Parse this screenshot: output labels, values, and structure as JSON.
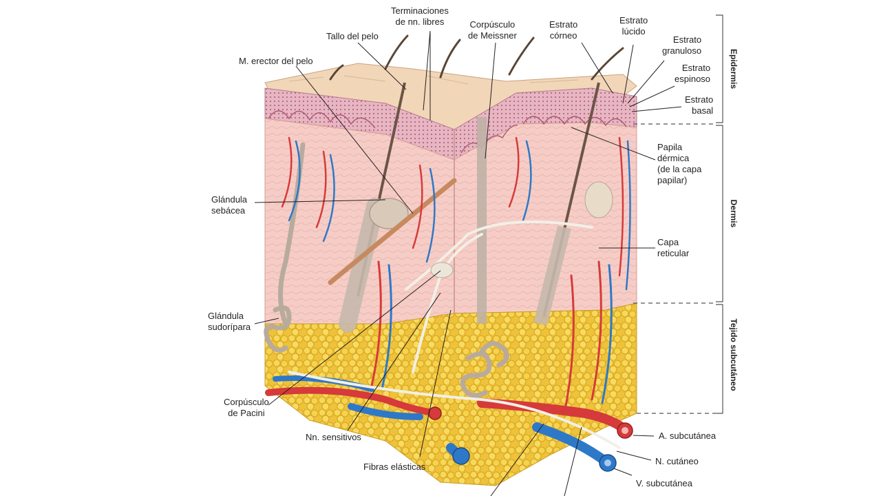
{
  "labels": {
    "terminaciones_nn_libres": [
      "Terminaciones",
      "de nn. libres"
    ],
    "corpusculo_meissner": [
      "Corpúsculo",
      "de Meissner"
    ],
    "tallo_del_pelo": [
      "Tallo del pelo"
    ],
    "estrato_corneo": [
      "Estrato",
      "córneo"
    ],
    "estrato_lucido": [
      "Estrato",
      "lúcido"
    ],
    "estrato_granuloso": [
      "Estrato",
      "granuloso"
    ],
    "estrato_espinoso": [
      "Estrato",
      "espinoso"
    ],
    "estrato_basal": [
      "Estrato",
      "basal"
    ],
    "m_erector_del_pelo": [
      "M. erector del pelo"
    ],
    "papila_dermica": [
      "Papila",
      "dérmica",
      "(de la capa",
      "papilar)"
    ],
    "glandula_sebacea": [
      "Glándula",
      "sebácea"
    ],
    "capa_reticular": [
      "Capa",
      "reticular"
    ],
    "glandula_sudoripara": [
      "Glándula",
      "sudorípara"
    ],
    "corpusculo_pacini": [
      "Corpúsculo",
      "de Pacini"
    ],
    "nn_sensitivos": [
      "Nn. sensitivos"
    ],
    "fibras_elasticas": [
      "Fibras elásticas"
    ],
    "a_subcutanea": [
      "A. subcutánea"
    ],
    "n_cutaneo": [
      "N. cutáneo"
    ],
    "v_subcutanea": [
      "V. subcutánea"
    ]
  },
  "layers": {
    "epidermis": "Epidermis",
    "dermis": "Dermis",
    "tejido_subcutaneo": "Tejido subcutáneo"
  },
  "colors": {
    "epidermis_top": "#f1d6b8",
    "epidermis_cells": "#d8a0b0",
    "dermis": "#f4c9c4",
    "fat": "#f3cc3f",
    "artery": "#d63a3a",
    "vein": "#2e78c8",
    "nerve": "#f2efe6",
    "hair": "#5a4636",
    "bracket": "#555555"
  },
  "icons": {
    "skin_block": "skin-cross-section-illustration"
  }
}
